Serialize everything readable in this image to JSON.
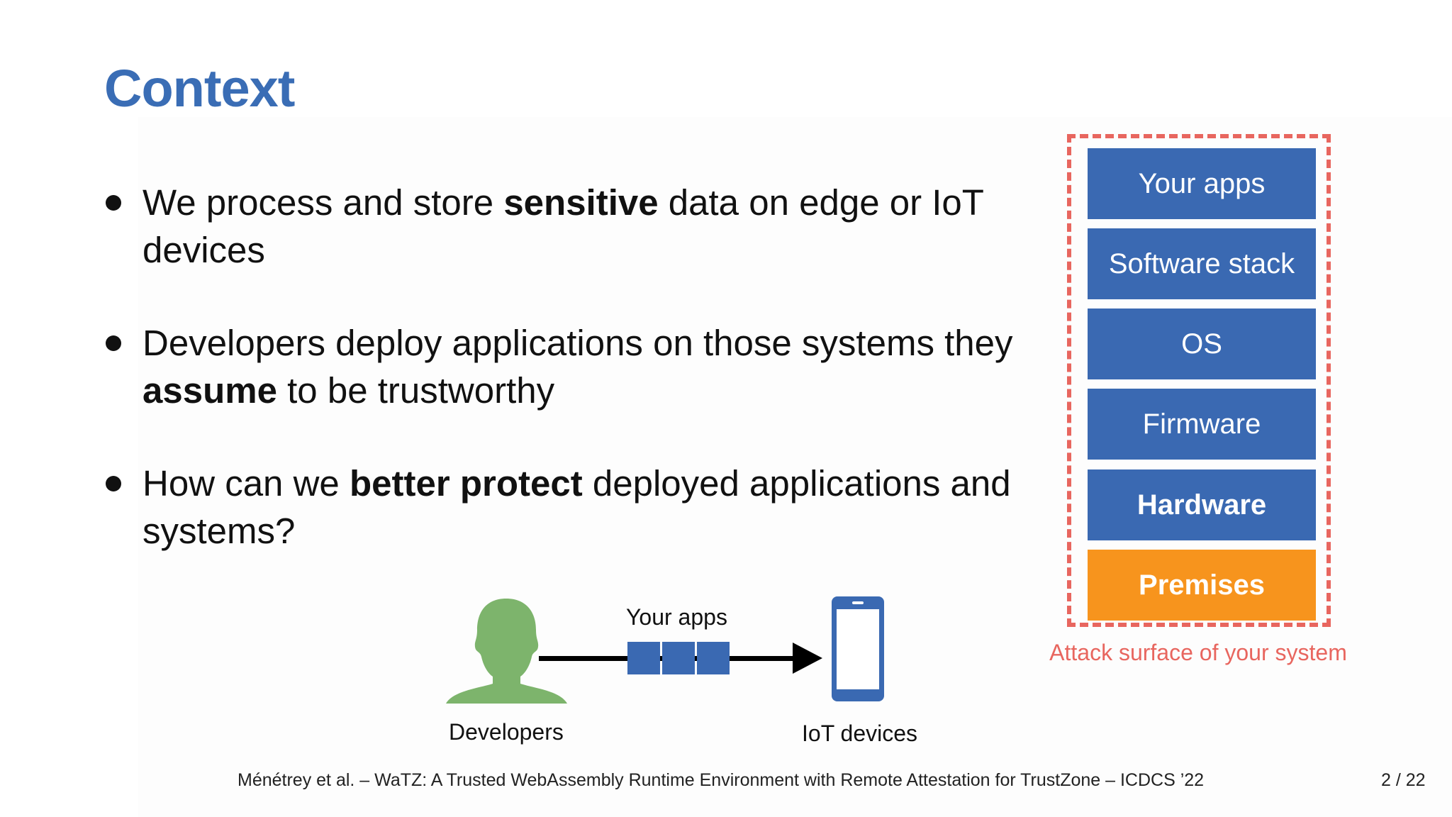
{
  "slide": {
    "title": "Context",
    "bullets": [
      {
        "pre": "We process and store ",
        "bold": "sensitive",
        "post": " data on edge or IoT devices"
      },
      {
        "pre": "Developers deploy applications on those systems they ",
        "bold": "assume",
        "post": " to be trustworthy"
      },
      {
        "pre": "How can we ",
        "bold": "better protect",
        "post": " deployed applications and systems?"
      }
    ],
    "stack": {
      "layers": [
        "Your apps",
        "Software stack",
        "OS",
        "Firmware",
        "Hardware",
        "Premises"
      ],
      "caption": "Attack surface of your system"
    },
    "illustration": {
      "developers_label": "Developers",
      "apps_label": "Your apps",
      "iot_label": "IoT devices"
    },
    "footer": "Ménétrey  et al. – WaTZ: A Trusted WebAssembly Runtime Environment with Remote Attestation for TrustZone – ICDCS ’22",
    "page": "2 / 22"
  },
  "colors": {
    "title": "#3a6db5",
    "layer_blue": "#3a69b2",
    "layer_orange": "#f7941d",
    "attack_surface": "#e8665f",
    "developer_green": "#7db46c"
  }
}
